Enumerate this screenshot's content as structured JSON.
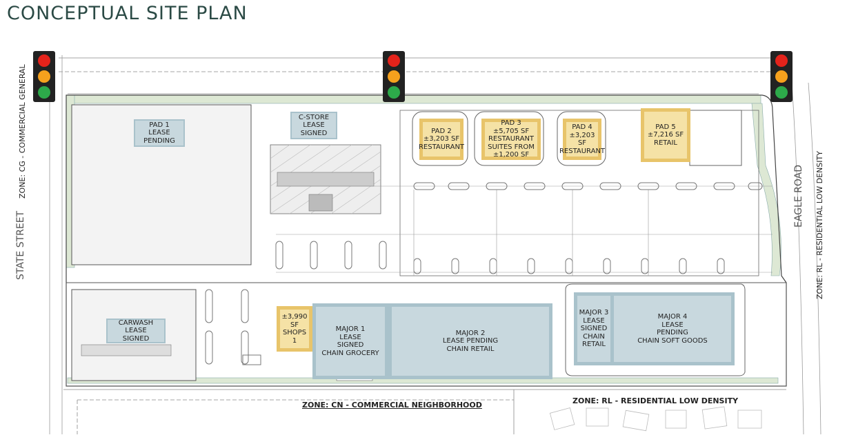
{
  "title": "CONCEPTUAL SITE PLAN",
  "streets": {
    "west": "STATE STREET",
    "east": "EAGLE ROAD"
  },
  "zones": {
    "west": "ZONE: CG - COMMERCIAL GENERAL",
    "east": "ZONE: RL - RESIDENTIAL LOW DENSITY",
    "south": "ZONE: CN - COMMERCIAL NEIGHBORHOOD",
    "southeast": "ZONE: RL - RESIDENTIAL LOW DENSITY"
  },
  "parcels": {
    "pad1": [
      "PAD 1",
      "LEASE",
      "PENDING"
    ],
    "cstore": [
      "C-STORE",
      "LEASE",
      "SIGNED"
    ],
    "pad2": [
      "PAD 2",
      "±3,203 SF",
      "RESTAURANT"
    ],
    "pad3": [
      "PAD 3",
      "±5,705 SF",
      "RESTAURANT",
      "SUITES FROM",
      "±1,200 SF"
    ],
    "pad4": [
      "PAD 4",
      "±3,203 SF",
      "RESTAURANT"
    ],
    "pad5": [
      "PAD 5",
      "±7,216 SF",
      "RETAIL"
    ],
    "carwash": [
      "CARWASH",
      "LEASE",
      "SIGNED"
    ],
    "shops1": [
      "±3,990 SF",
      "SHOPS 1"
    ],
    "major1": [
      "MAJOR 1",
      "LEASE",
      "SIGNED",
      "CHAIN GROCERY"
    ],
    "major2": [
      "MAJOR 2",
      "LEASE PENDING",
      "CHAIN RETAIL"
    ],
    "major3": [
      "MAJOR 3",
      "LEASE",
      "SIGNED",
      "CHAIN RETAIL"
    ],
    "major4": [
      "MAJOR 4",
      "LEASE",
      "PENDING",
      "CHAIN SOFT GOODS"
    ]
  },
  "colors": {
    "signed_pending": "#c8d8de",
    "available": "#f5e2a6",
    "landscape": "#dde8d4",
    "title": "#2b4a45"
  }
}
